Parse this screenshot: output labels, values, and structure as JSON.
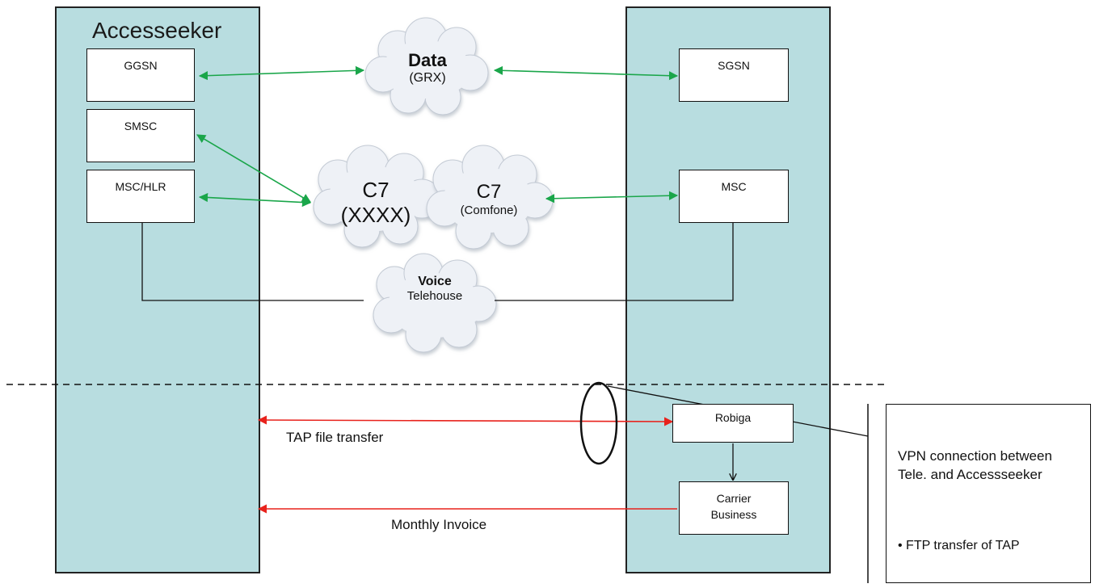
{
  "left_panel": {
    "title": "Accesseeker"
  },
  "nodes": {
    "ggsn": "GGSN",
    "smsc": "SMSC",
    "msc_hlr": "MSC/HLR",
    "sgsn": "SGSN",
    "msc": "MSC",
    "robiga": "Robiga",
    "carrier_business_line1": "Carrier",
    "carrier_business_line2": "Business"
  },
  "clouds": {
    "data": {
      "title": "Data",
      "subtitle": "(GRX)"
    },
    "c7_xxxx": {
      "title": "C7",
      "subtitle": "(XXXX)"
    },
    "c7_comfone": {
      "title": "C7",
      "subtitle": "(Comfone)"
    },
    "voice": {
      "title": "Voice",
      "subtitle": "Telehouse"
    }
  },
  "links": {
    "tap_file_transfer": "TAP file transfer",
    "monthly_invoice": "Monthly Invoice"
  },
  "callout": {
    "text": "VPN connection between Tele.  and Accessseeker",
    "bullet": "• FTP transfer of TAP"
  },
  "colors": {
    "panel": "#b8dde0",
    "signalling_arrow": "#1aa64a",
    "billing_arrow": "#e8221c"
  }
}
